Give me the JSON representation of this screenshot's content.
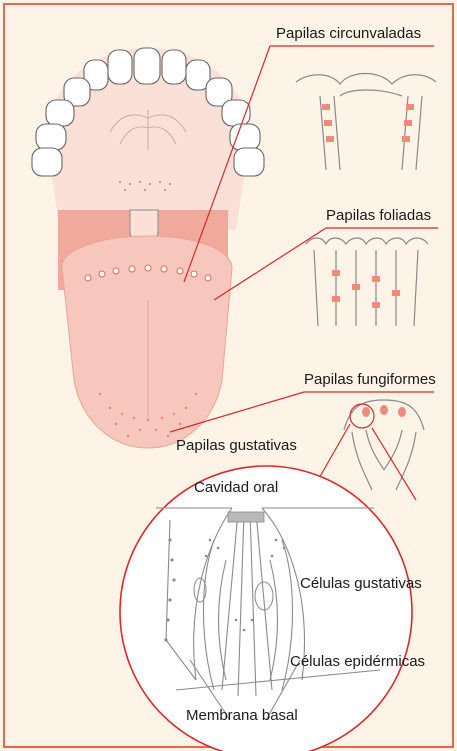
{
  "labels": {
    "circunvaladas": "Papilas circunvaladas",
    "foliadas": "Papilas foliadas",
    "fungiformes": "Papilas fungiformes",
    "gustativas": "Papilas gustativas",
    "cavidad": "Cavidad oral",
    "celulas_gustativas": "Células gustativas",
    "celulas_epidermicas": "Células epidérmicas",
    "membrana": "Membrana basal"
  },
  "colors": {
    "background": "#fdf3e6",
    "frame": "#e06a4e",
    "leader": "#d9292b",
    "tongue": "#f7c7bd",
    "tongue_dark": "#f0a99a",
    "papilla": "#f08a7a",
    "line": "#8a8a8a"
  }
}
